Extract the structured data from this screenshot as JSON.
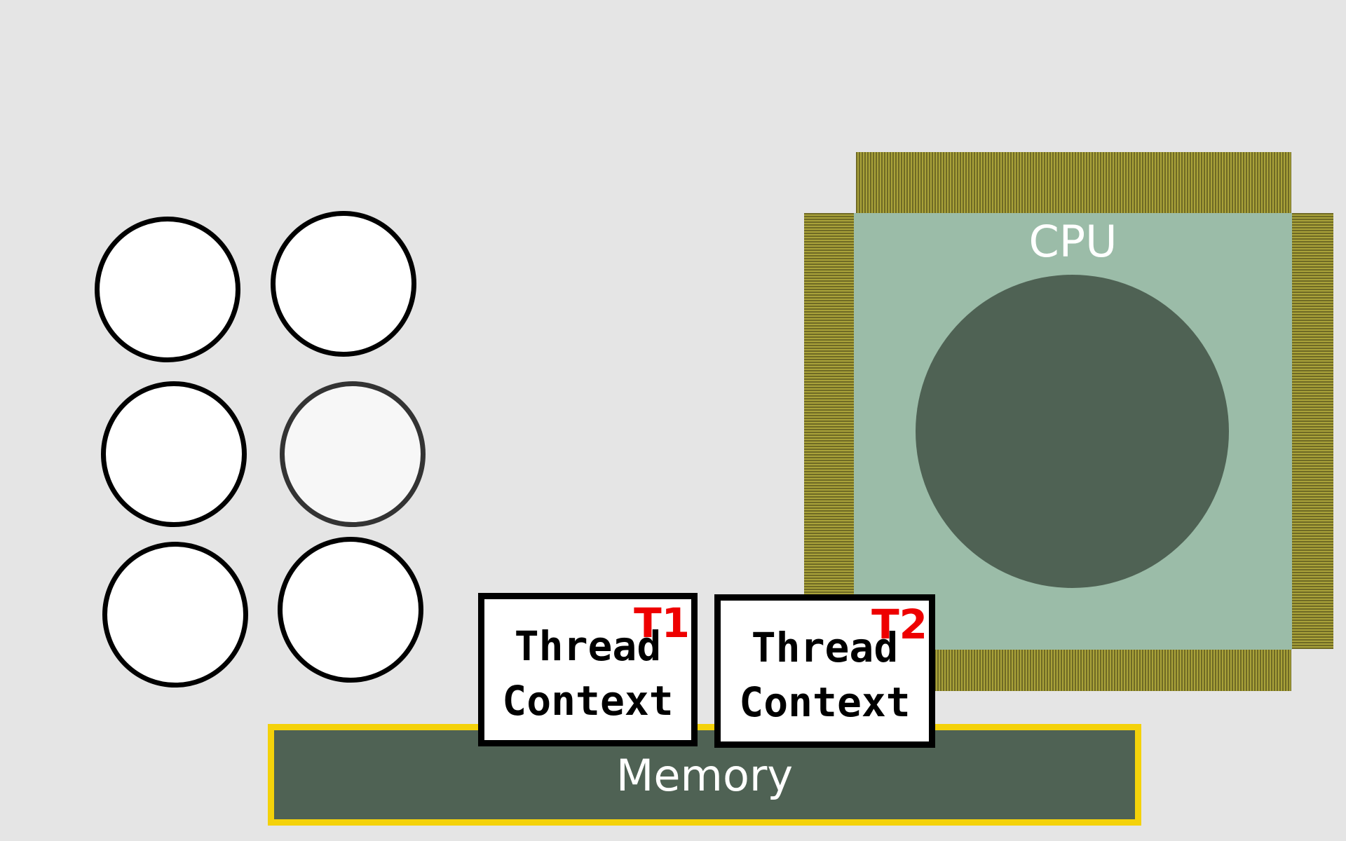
{
  "cpu": {
    "label": "CPU"
  },
  "memory": {
    "label": "Memory"
  },
  "threads": [
    {
      "line1": "Thread",
      "line2": "Context",
      "tag": "T1"
    },
    {
      "line1": "Thread",
      "line2": "Context",
      "tag": "T2"
    }
  ],
  "colors": {
    "background": "#e5e5e5",
    "cpu_body": "#9bbca8",
    "cpu_core": "#4f6254",
    "cpu_pins": "#a9a23a",
    "memory_fill": "#4f6254",
    "memory_border": "#f4d20a",
    "thread_tag": "#ee0000"
  }
}
